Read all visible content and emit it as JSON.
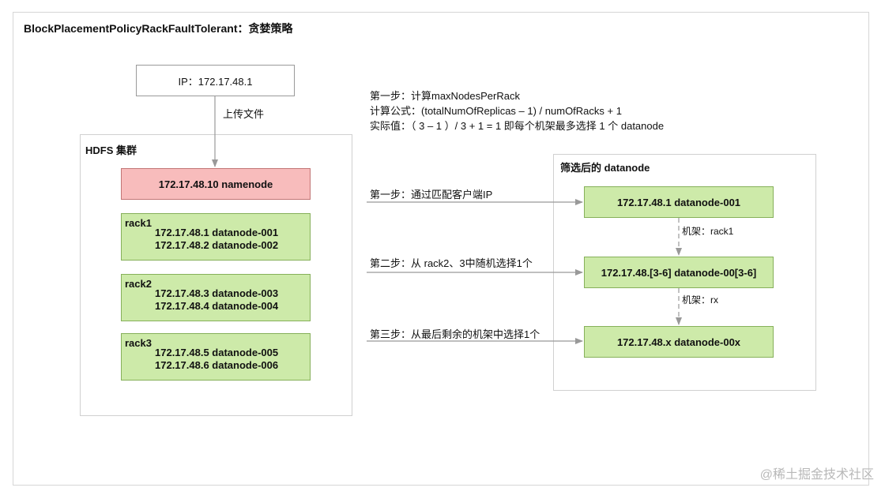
{
  "title": "BlockPlacementPolicyRackFaultTolerant：贪婪策略",
  "client": {
    "ip_label": "IP：172.17.48.1",
    "upload_label": "上传文件"
  },
  "cluster": {
    "label": "HDFS 集群",
    "namenode": "172.17.48.10  namenode",
    "racks": [
      {
        "name": "rack1",
        "nodes": [
          "172.17.48.1 datanode-001",
          "172.17.48.2 datanode-002"
        ]
      },
      {
        "name": "rack2",
        "nodes": [
          "172.17.48.3 datanode-003",
          "172.17.48.4 datanode-004"
        ]
      },
      {
        "name": "rack3",
        "nodes": [
          "172.17.48.5 datanode-005",
          "172.17.48.6 datanode-006"
        ]
      }
    ]
  },
  "calculation": {
    "line1": "第一步：计算maxNodesPerRack",
    "line2": "计算公式：(totalNumOfReplicas – 1) / numOfRacks + 1",
    "line3": "实际值：（ 3 – 1 ）/ 3 + 1 = 1 即每个机架最多选择 1 个 datanode"
  },
  "selection": {
    "label": "筛选后的 datanode",
    "steps": [
      "第一步：通过匹配客户端IP",
      "第二步：从 rack2、3中随机选择1个",
      "第三步：从最后剩余的机架中选择1个"
    ],
    "nodes": [
      "172.17.48.1 datanode-001",
      "172.17.48.[3-6] datanode-00[3-6]",
      "172.17.48.x datanode-00x"
    ],
    "rack_labels": [
      "机架：rack1",
      "机架：rx"
    ]
  },
  "colors": {
    "namenode_fill": "#f8bcbc",
    "datanode_fill": "#cdeaa9",
    "arrow": "#999999"
  },
  "watermark": "@稀土掘金技术社区"
}
